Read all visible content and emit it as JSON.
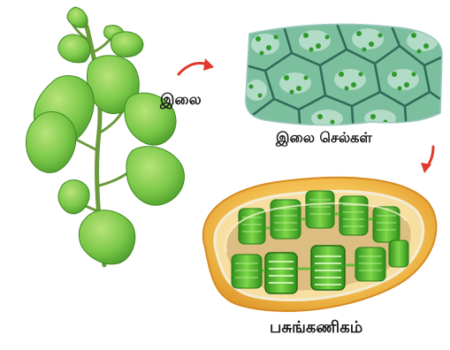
{
  "labels": {
    "leaf": "இலை",
    "leaf_cells": "இலை செல்கள்",
    "chloroplast": "பசுங்கணிகம்"
  },
  "colors": {
    "leaf_green": "#7cc94a",
    "leaf_dark": "#3f8a22",
    "stem": "#6a9a3a",
    "cell_bg": "#cfe7e4",
    "cell_wall": "#2f6b5a",
    "chloroplast_outer": "#f1b94a",
    "granum_green": "#4dbb2a",
    "arrow_red": "#e0392b"
  },
  "icons": [
    "plant-illustration",
    "leaf-cells-illustration",
    "chloroplast-illustration",
    "arrow-right-icon",
    "arrow-down-icon"
  ]
}
